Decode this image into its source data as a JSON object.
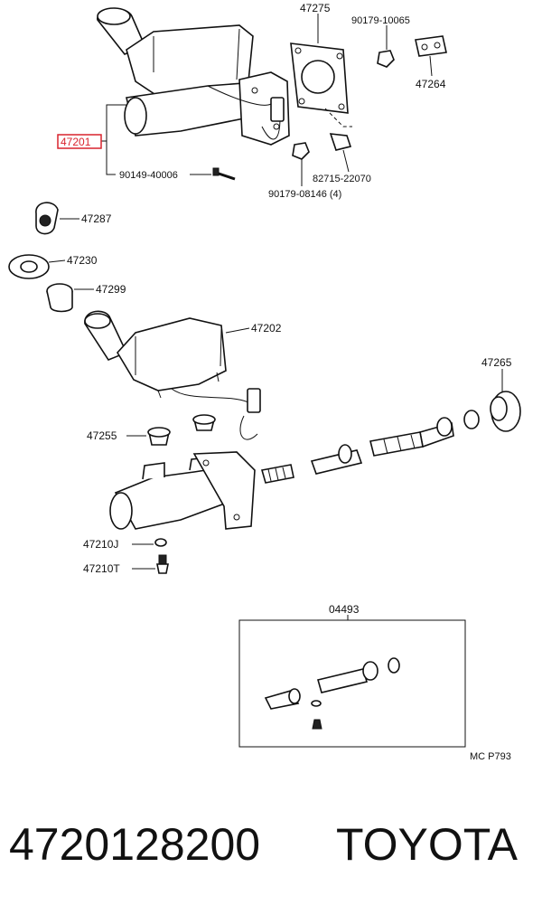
{
  "labels": {
    "p47275": "47275",
    "p90179_10065": "90179-10065",
    "p47264": "47264",
    "p47201": "47201",
    "p90149_40006": "90149-40006",
    "p82715_22070": "82715-22070",
    "p90179_08146": "90179-08146 (4)",
    "p47287": "47287",
    "p47230": "47230",
    "p47299": "47299",
    "p47202": "47202",
    "p47265": "47265",
    "p47255": "47255",
    "p47210J": "47210J",
    "p47210T": "47210T",
    "p04493": "04493",
    "ref": "MC P793"
  },
  "highlight_color": "#d9232d",
  "footer": {
    "part_number": "4720128200",
    "brand": "TOYOTA"
  }
}
